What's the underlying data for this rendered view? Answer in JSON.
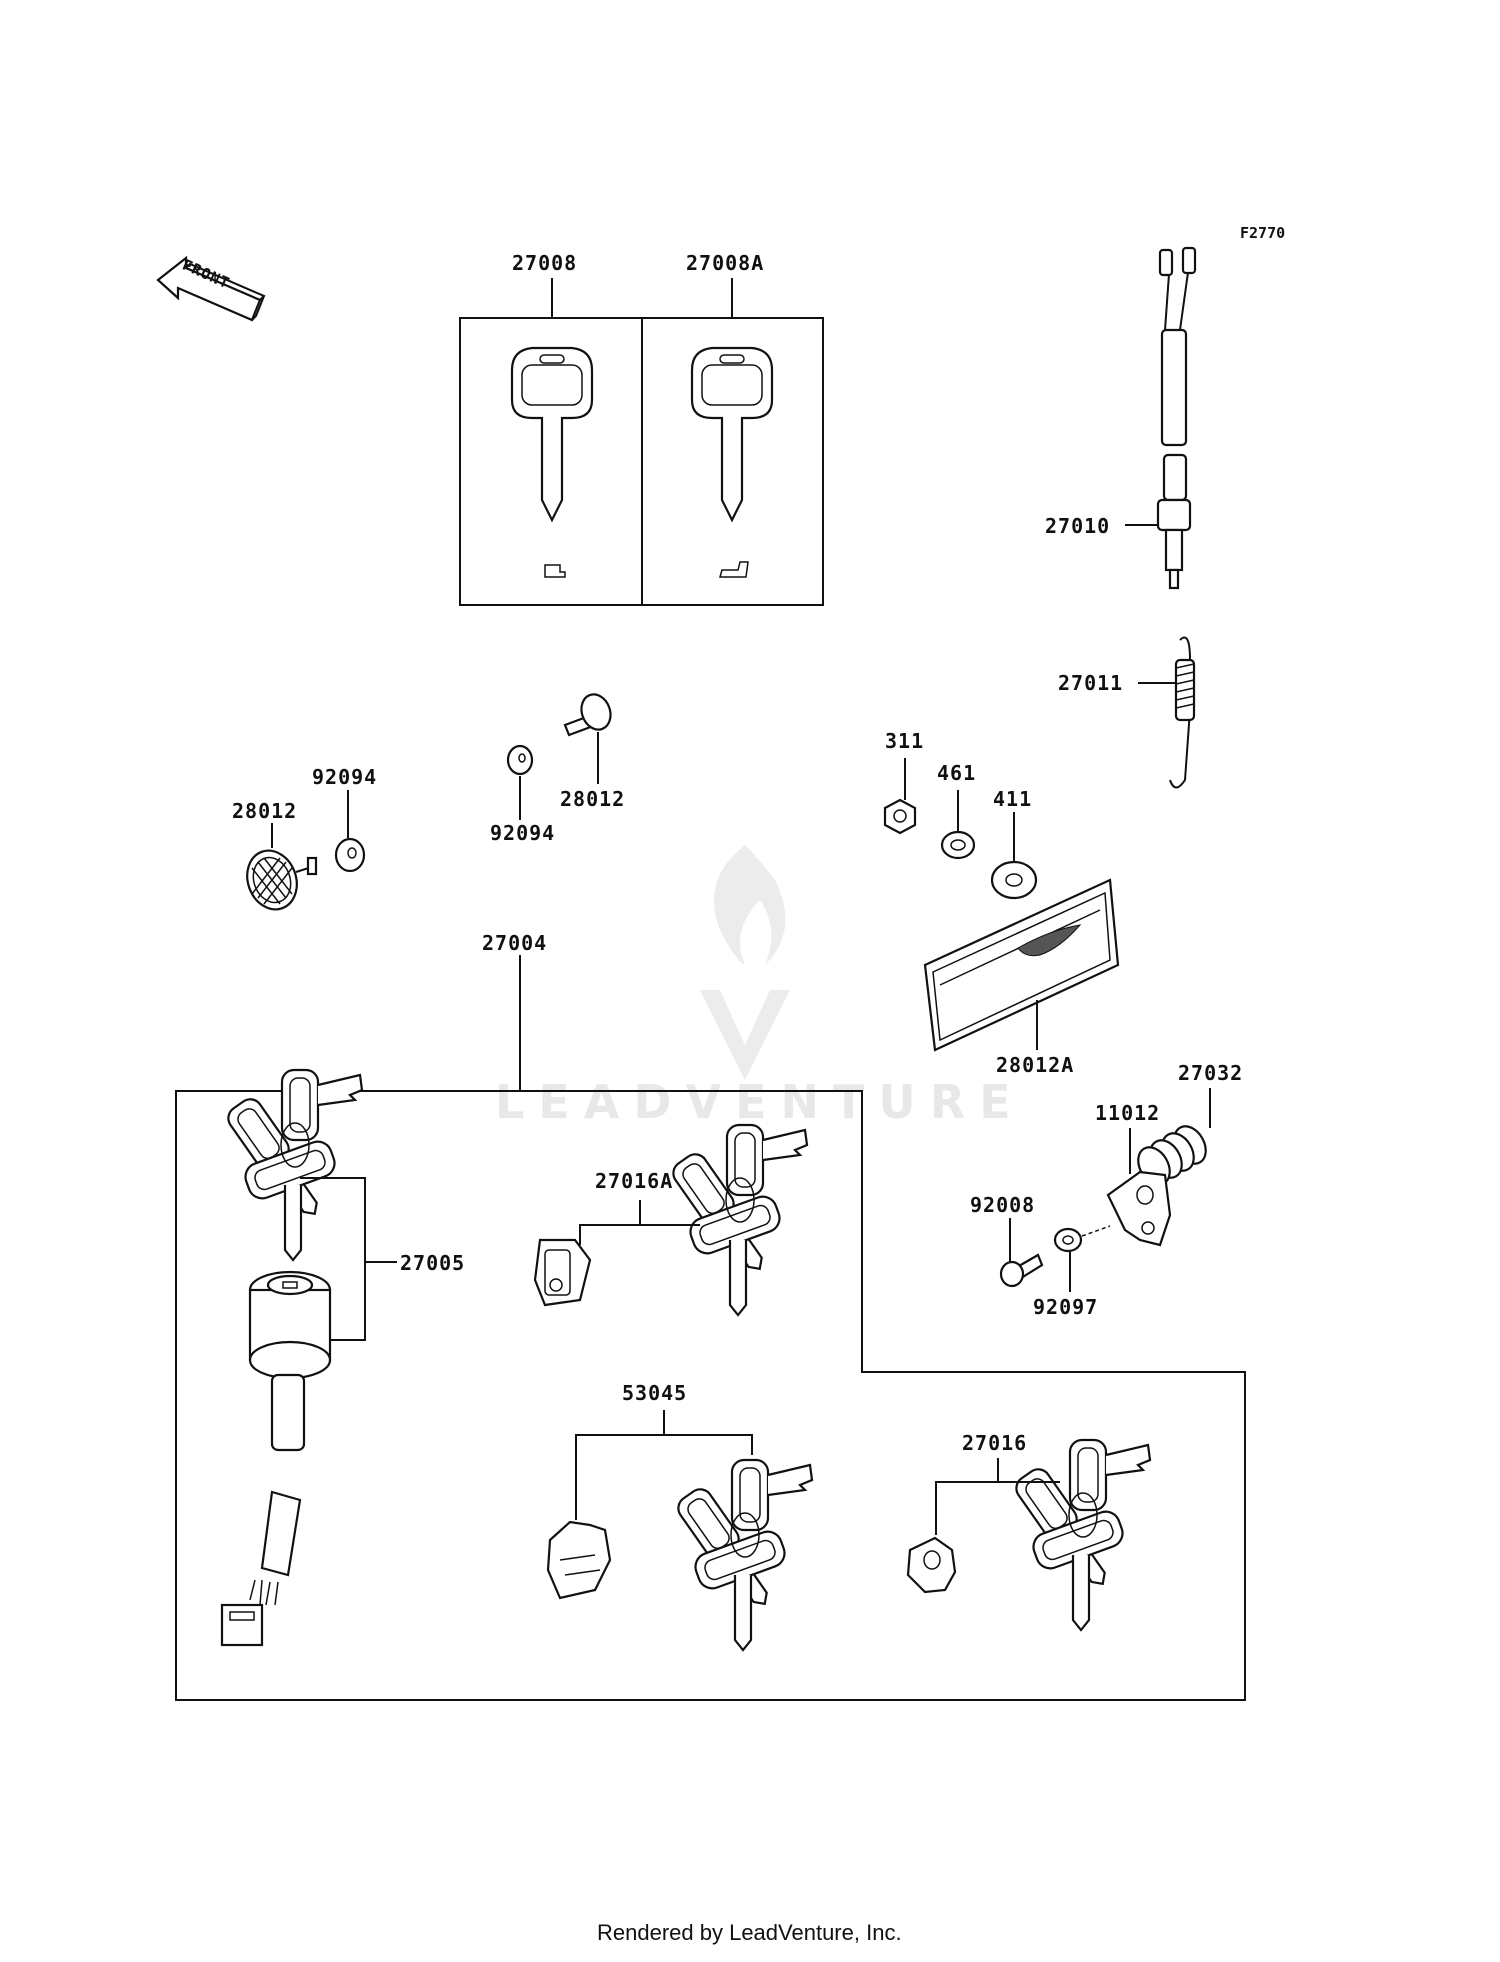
{
  "diagram_code": "F2770",
  "front_arrow_label": "FRONT",
  "watermark": "LEADVENTURE",
  "footer": "Rendered by LeadVenture, Inc.",
  "parts": [
    {
      "id": "p27008",
      "label": "27008"
    },
    {
      "id": "p27008A",
      "label": "27008A"
    },
    {
      "id": "p27010",
      "label": "27010"
    },
    {
      "id": "p27011",
      "label": "27011"
    },
    {
      "id": "p92094a",
      "label": "92094"
    },
    {
      "id": "p28012a",
      "label": "28012"
    },
    {
      "id": "p92094b",
      "label": "92094"
    },
    {
      "id": "p28012b",
      "label": "28012"
    },
    {
      "id": "p311",
      "label": "311"
    },
    {
      "id": "p461",
      "label": "461"
    },
    {
      "id": "p411",
      "label": "411"
    },
    {
      "id": "p28012A",
      "label": "28012A"
    },
    {
      "id": "p27004",
      "label": "27004"
    },
    {
      "id": "p27005",
      "label": "27005"
    },
    {
      "id": "p27016A",
      "label": "27016A"
    },
    {
      "id": "p27032",
      "label": "27032"
    },
    {
      "id": "p11012",
      "label": "11012"
    },
    {
      "id": "p92008",
      "label": "92008"
    },
    {
      "id": "p92097",
      "label": "92097"
    },
    {
      "id": "p53045",
      "label": "53045"
    },
    {
      "id": "p27016",
      "label": "27016"
    }
  ]
}
